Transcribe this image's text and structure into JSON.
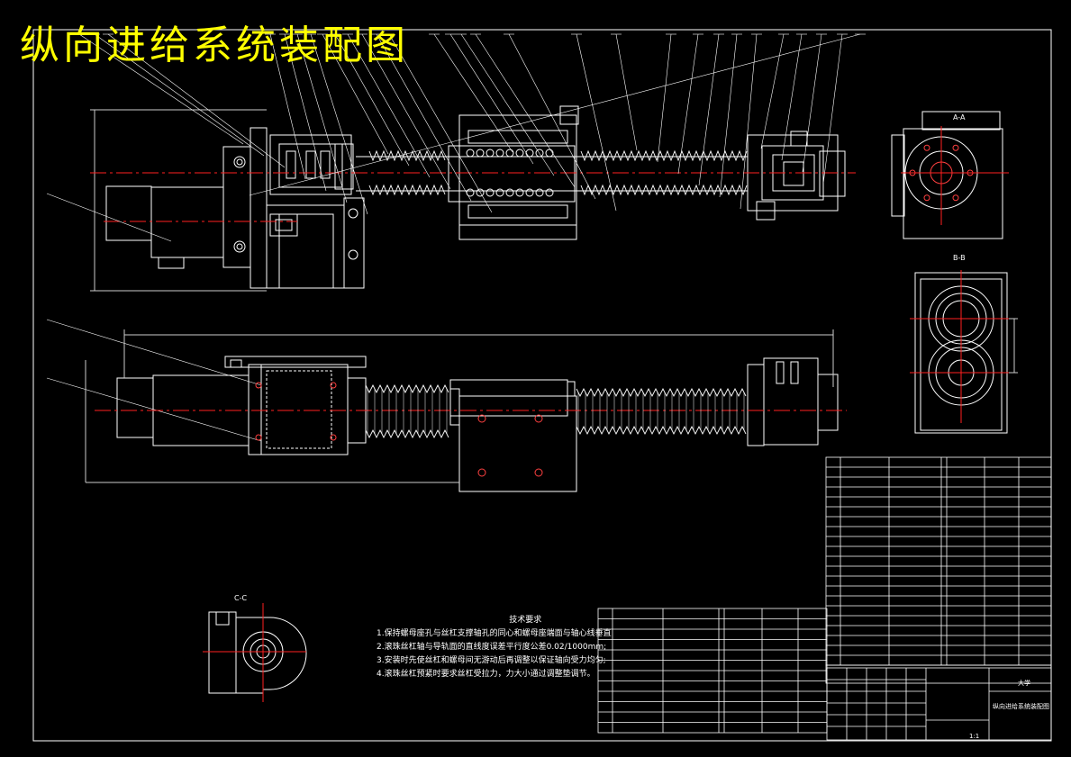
{
  "drawing": {
    "title": "纵向进给系统装配图",
    "section_labels": {
      "aa": "A-A",
      "bb": "B-B",
      "cc": "C-C"
    },
    "tech_requirements": {
      "heading": "技术要求",
      "items": [
        "1.保持螺母座孔与丝杠支撑轴孔的同心和螺母座端面与轴心线垂直",
        "2.滚珠丝杠轴与导轨面的直线度误差平行度公差0.02/1000mm;",
        "3.安装时先使丝杠和螺母间无游动后再调整以保证轴向受力均匀;",
        "4.滚珠丝杠预紧时要求丝杠受拉力，力大小通过调整垫调节。"
      ]
    },
    "title_block": {
      "school": "大学",
      "drawing_name": "纵向进给系统装配图",
      "scale": "1:1"
    }
  },
  "colors": {
    "line": "#ffffff",
    "center": "#ff2020",
    "title": "#ffff00",
    "dim": "#d0d0d0"
  }
}
